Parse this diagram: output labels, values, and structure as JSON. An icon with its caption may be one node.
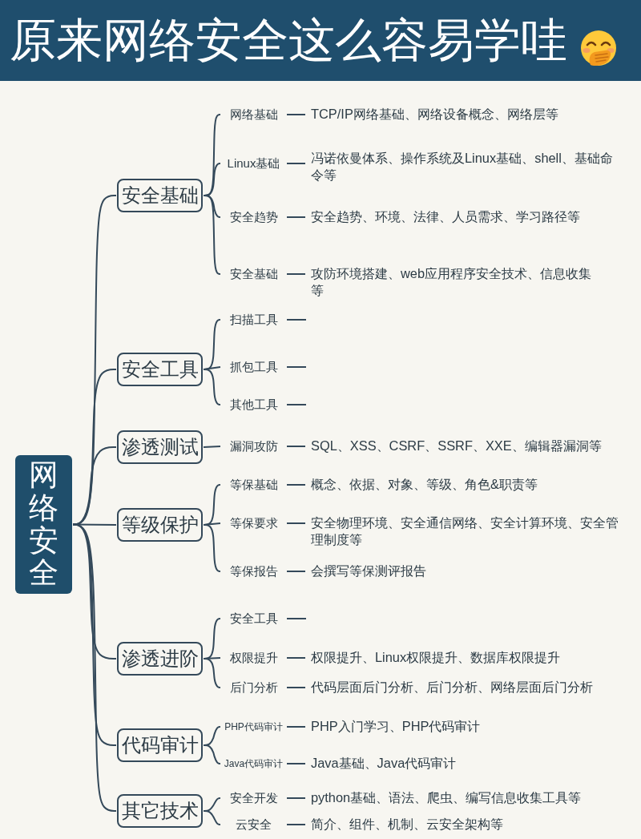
{
  "diagram": {
    "title": "原来网络安全这么容易学哇",
    "nodes": [
      {
        "text": [
          "网络安全"
        ]
      },
      {
        "text": [
          "安全基础"
        ]
      },
      {
        "text": [
          "网络基础"
        ]
      },
      {
        "text": [
          "TCP/IP网络基础、网络设备概念、网络层等"
        ]
      },
      {
        "text": [
          "Linux基础"
        ]
      },
      {
        "text": [
          "冯诺依曼体系、操作系统及Linux基础、shell、基础命令等"
        ]
      },
      {
        "text": [
          "安全趋势"
        ]
      },
      {
        "text": [
          "安全趋势、环境、法律、人员需求、学习路径等"
        ]
      },
      {
        "text": [
          "安全基础"
        ]
      },
      {
        "text": [
          "攻防环境搭建、web应用程序安全技术、信息收集等"
        ]
      },
      {
        "text": [
          "安全工具"
        ]
      },
      {
        "text": [
          "扫描工具"
        ]
      },
      {
        "text": [
          "抓包工具"
        ]
      },
      {
        "text": [
          "其他工具"
        ]
      },
      {
        "text": [
          "渗透测试"
        ]
      },
      {
        "text": [
          "漏洞攻防"
        ]
      },
      {
        "text": [
          "SQL、XSS、CSRF、SSRF、XXE、编辑器漏洞等"
        ]
      },
      {
        "text": [
          "等级保护"
        ]
      },
      {
        "text": [
          "等保基础"
        ]
      },
      {
        "text": [
          "概念、依据、对象、等级、角色&职责等"
        ]
      },
      {
        "text": [
          "等保要求"
        ]
      },
      {
        "text": [
          "安全物理环境、安全通信网络、安全计算环境、安全管理制度等"
        ]
      },
      {
        "text": [
          "等保报告"
        ]
      },
      {
        "text": [
          "会撰写等保测评报告"
        ]
      },
      {
        "text": [
          "渗透进阶"
        ]
      },
      {
        "text": [
          "安全工具"
        ]
      },
      {
        "text": [
          "权限提升"
        ]
      },
      {
        "text": [
          "权限提升、Linux权限提升、数据库权限提升"
        ]
      },
      {
        "text": [
          "后门分析"
        ]
      },
      {
        "text": [
          "代码层面后门分析、后门分析、网络层面后门分析"
        ]
      },
      {
        "text": [
          "代码审计"
        ]
      },
      {
        "text": [
          "PHP代码审计"
        ]
      },
      {
        "text": [
          "PHP入门学习、PHP代码审计"
        ]
      },
      {
        "text": [
          "Java代码审计"
        ]
      },
      {
        "text": [
          "Java基础、Java代码审计"
        ]
      },
      {
        "text": [
          "其它技术"
        ]
      },
      {
        "text": [
          "安全开发"
        ]
      },
      {
        "text": [
          "python基础、语法、爬虫、编写信息收集工具等"
        ]
      },
      {
        "text": [
          "云安全"
        ]
      },
      {
        "text": [
          "简介、组件、机制、云安全架构等"
        ]
      }
    ],
    "edges": [
      {
        "from": 0,
        "to": 1,
        "arrow": "none"
      },
      {
        "from": 0,
        "to": 10,
        "arrow": "none"
      },
      {
        "from": 0,
        "to": 14,
        "arrow": "none"
      },
      {
        "from": 0,
        "to": 17,
        "arrow": "none"
      },
      {
        "from": 0,
        "to": 24,
        "arrow": "none"
      },
      {
        "from": 0,
        "to": 30,
        "arrow": "none"
      },
      {
        "from": 0,
        "to": 35,
        "arrow": "none"
      },
      {
        "from": 1,
        "to": 2,
        "arrow": "none"
      },
      {
        "from": 1,
        "to": 4,
        "arrow": "none"
      },
      {
        "from": 1,
        "to": 6,
        "arrow": "none"
      },
      {
        "from": 1,
        "to": 8,
        "arrow": "none"
      },
      {
        "from": 10,
        "to": 11,
        "arrow": "none"
      },
      {
        "from": 10,
        "to": 12,
        "arrow": "none"
      },
      {
        "from": 10,
        "to": 13,
        "arrow": "none"
      },
      {
        "from": 14,
        "to": 15,
        "arrow": "none"
      },
      {
        "from": 17,
        "to": 18,
        "arrow": "none"
      },
      {
        "from": 17,
        "to": 20,
        "arrow": "none"
      },
      {
        "from": 17,
        "to": 22,
        "arrow": "none"
      },
      {
        "from": 24,
        "to": 25,
        "arrow": "none"
      },
      {
        "from": 24,
        "to": 26,
        "arrow": "none"
      },
      {
        "from": 24,
        "to": 28,
        "arrow": "none"
      },
      {
        "from": 30,
        "to": 31,
        "arrow": "none"
      },
      {
        "from": 30,
        "to": 33,
        "arrow": "none"
      },
      {
        "from": 35,
        "to": 36,
        "arrow": "none"
      },
      {
        "from": 35,
        "to": 38,
        "arrow": "none"
      },
      {
        "from": 2,
        "to": 3,
        "arrow": "none"
      },
      {
        "from": 4,
        "to": 5,
        "arrow": "none"
      },
      {
        "from": 6,
        "to": 7,
        "arrow": "none"
      },
      {
        "from": 8,
        "to": 9,
        "arrow": "none"
      },
      {
        "from": 11,
        "to": null,
        "arrow": "none"
      },
      {
        "from": 12,
        "to": null,
        "arrow": "none"
      },
      {
        "from": 13,
        "to": null,
        "arrow": "none"
      },
      {
        "from": 15,
        "to": 16,
        "arrow": "none"
      },
      {
        "from": 18,
        "to": 19,
        "arrow": "none"
      },
      {
        "from": 20,
        "to": 21,
        "arrow": "none"
      },
      {
        "from": 22,
        "to": 23,
        "arrow": "none"
      },
      {
        "from": 25,
        "to": null,
        "arrow": "none"
      },
      {
        "from": 26,
        "to": 27,
        "arrow": "none"
      },
      {
        "from": 28,
        "to": 29,
        "arrow": "none"
      },
      {
        "from": 31,
        "to": 32,
        "arrow": "none"
      },
      {
        "from": 33,
        "to": 34,
        "arrow": "none"
      },
      {
        "from": 36,
        "to": 37,
        "arrow": "none"
      },
      {
        "from": 38,
        "to": 39,
        "arrow": "none"
      }
    ]
  }
}
